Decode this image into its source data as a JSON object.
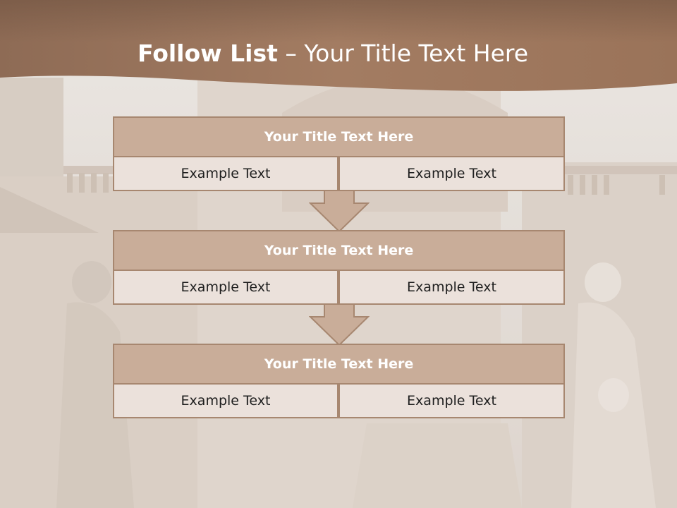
{
  "slide": {
    "title_bold": "Follow List",
    "title_rest": " – Your Title Text Here"
  },
  "steps": [
    {
      "title": "Your Title Text Here",
      "left": "Example Text",
      "right": "Example Text"
    },
    {
      "title": "Your Title Text Here",
      "left": "Example Text",
      "right": "Example Text"
    },
    {
      "title": "Your Title Text Here",
      "left": "Example Text",
      "right": "Example Text"
    }
  ],
  "colors": {
    "header": "#a37c62",
    "title_fill": "#c9ad99",
    "cell_fill": "#ebe1db",
    "border": "#a78770"
  }
}
